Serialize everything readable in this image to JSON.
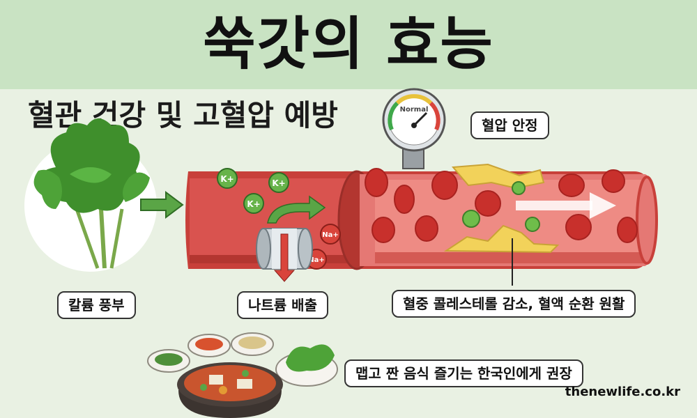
{
  "title": "쑥갓의 효능",
  "subtitle": "혈관 건강 및 고혈압 예방",
  "gauge": {
    "label": "Normal"
  },
  "ions": {
    "potassium": "K+",
    "sodium": "Na+"
  },
  "labels": {
    "bp_stable": "혈압 안정",
    "potassium_rich": "칼륨 풍부",
    "sodium_excretion": "나트륨 배출",
    "cholesterol": "혈중 콜레스테롤 감소, 혈액 순환 원활",
    "recommend": "맵고 짠 음식 즐기는 한국인에게 권장"
  },
  "source": "thenewlife.co.kr",
  "colors": {
    "header": "#c9e3c3",
    "background": "#e9f1e3",
    "vessel": "#d9534f",
    "arrow": "#4f9a3e",
    "plaque": "#e6c44a"
  }
}
